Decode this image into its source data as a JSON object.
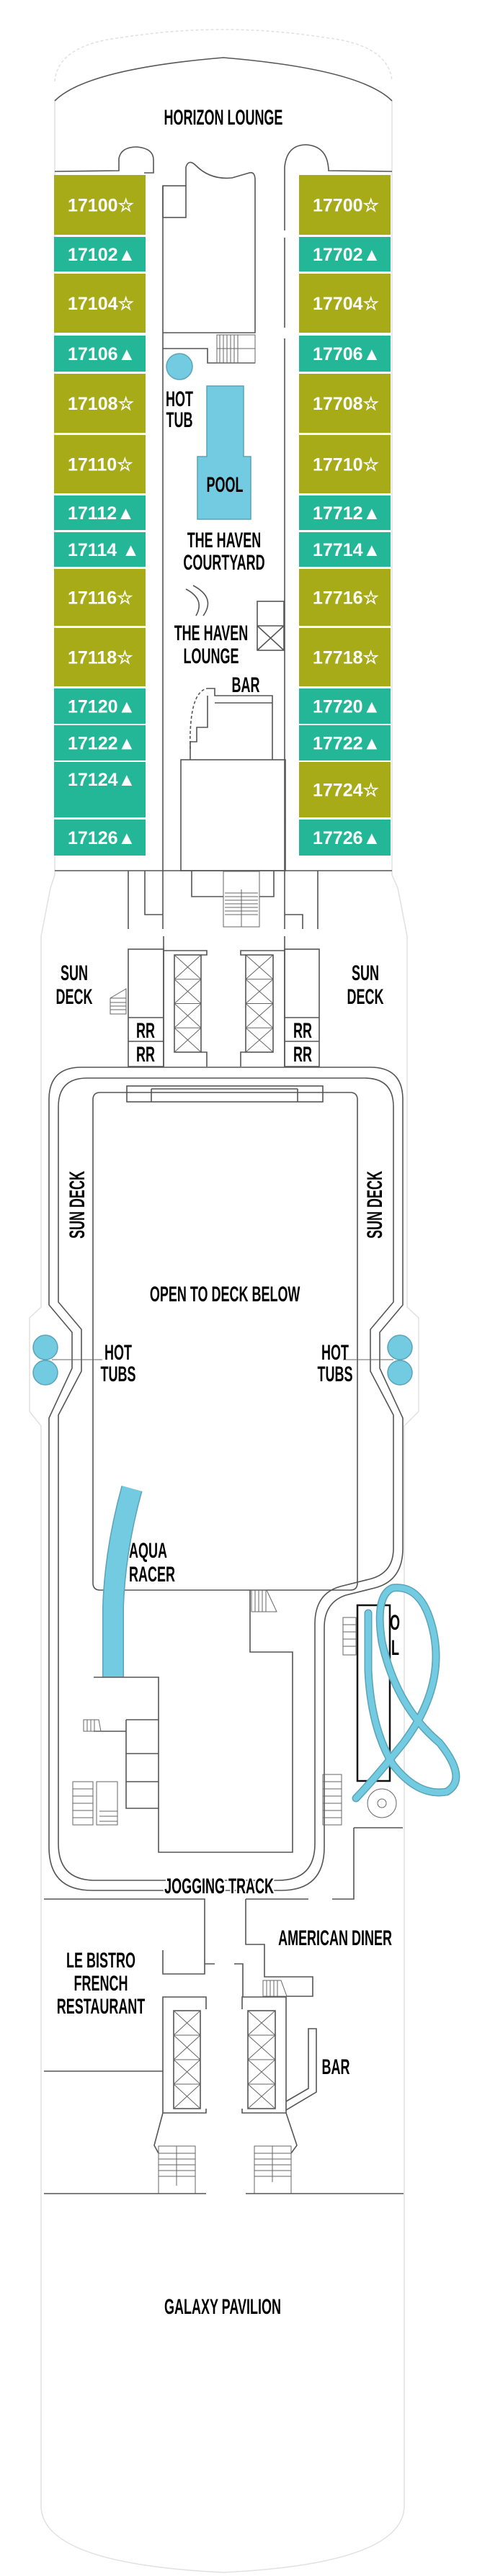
{
  "colors": {
    "star_cabin": "#a6ab17",
    "triangle_cabin": "#23b797",
    "water": "#72cbe0",
    "water_outline": "#5aa3b8",
    "walls": "#555555"
  },
  "cabins": {
    "left": [
      {
        "number": "17100",
        "symbol": "☆"
      },
      {
        "number": "17102",
        "symbol": "▲"
      },
      {
        "number": "17104",
        "symbol": "☆"
      },
      {
        "number": "17106",
        "symbol": "▲"
      },
      {
        "number": "17108",
        "symbol": "☆"
      },
      {
        "number": "17110",
        "symbol": "☆"
      },
      {
        "number": "17112",
        "symbol": "▲"
      },
      {
        "number": "17114",
        "symbol": " ▲"
      },
      {
        "number": "17116",
        "symbol": "☆"
      },
      {
        "number": "17118",
        "symbol": "☆"
      },
      {
        "number": "17120",
        "symbol": "▲"
      },
      {
        "number": "17122",
        "symbol": "▲"
      },
      {
        "number": "17124",
        "symbol": "▲"
      },
      {
        "number": "17126",
        "symbol": "▲"
      }
    ],
    "right": [
      {
        "number": "17700",
        "symbol": "☆"
      },
      {
        "number": "17702",
        "symbol": "▲"
      },
      {
        "number": "17704",
        "symbol": "☆"
      },
      {
        "number": "17706",
        "symbol": "▲"
      },
      {
        "number": "17708",
        "symbol": "☆"
      },
      {
        "number": "17710",
        "symbol": "☆"
      },
      {
        "number": "17712",
        "symbol": "▲"
      },
      {
        "number": "17714",
        "symbol": "▲"
      },
      {
        "number": "17716",
        "symbol": "☆"
      },
      {
        "number": "17718",
        "symbol": "☆"
      },
      {
        "number": "17720",
        "symbol": "▲"
      },
      {
        "number": "17722",
        "symbol": "▲"
      },
      {
        "number": "17724",
        "symbol": "☆"
      },
      {
        "number": "17726",
        "symbol": "▲"
      }
    ]
  },
  "labels": {
    "horizon_lounge": "HORIZON LOUNGE",
    "hot_tub": [
      "HOT",
      "TUB"
    ],
    "pool": "POOL",
    "haven_courtyard": [
      "THE HAVEN",
      "COURTYARD"
    ],
    "haven_lounge": [
      "THE HAVEN",
      "LOUNGE"
    ],
    "haven_bar": "BAR",
    "sun_deck_top": [
      "SUN",
      "DECK"
    ],
    "restroom": "RR",
    "sun_deck_side": "SUN DECK",
    "open_to_deck_below": "OPEN TO DECK BELOW",
    "hot_tubs": [
      "HOT",
      "TUBS"
    ],
    "aqua_racer": [
      "AQUA",
      "RACER"
    ],
    "ocean_loops_partial": [
      "O",
      "L"
    ],
    "jogging_track": "JOGGING TRACK",
    "american_diner": "AMERICAN DINER",
    "le_bistro": [
      "LE BISTRO",
      "FRENCH",
      "RESTAURANT"
    ],
    "bar": "BAR",
    "galaxy_pavilion": "GALAXY PAVILION"
  }
}
